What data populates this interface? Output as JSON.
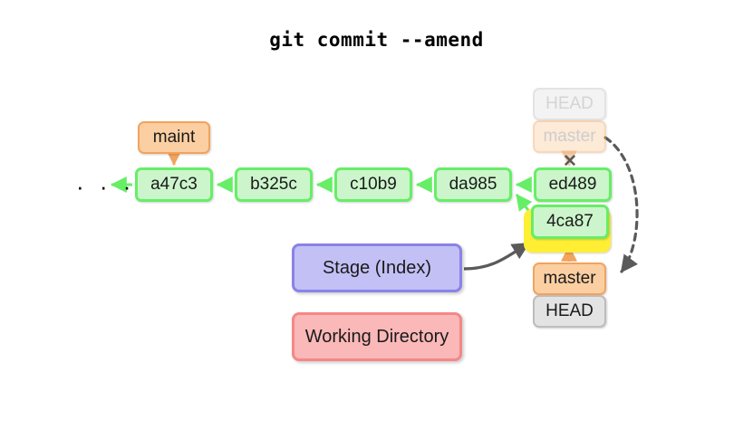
{
  "title": "git commit --amend",
  "ellipsis": "· · ·",
  "xmark": "✕",
  "commits": [
    {
      "id": "a47c3",
      "label": "a47c3"
    },
    {
      "id": "b325c",
      "label": "b325c"
    },
    {
      "id": "c10b9",
      "label": "c10b9"
    },
    {
      "id": "da985",
      "label": "da985"
    },
    {
      "id": "ed489",
      "label": "ed489"
    },
    {
      "id": "4ca87",
      "label": "4ca87"
    }
  ],
  "refs": {
    "maint": "maint",
    "old_head": "HEAD",
    "old_master": "master",
    "new_master": "master",
    "new_head": "HEAD"
  },
  "areas": {
    "stage": "Stage (Index)",
    "working": "Working Directory"
  },
  "colors": {
    "commit_fill": "#ccf5cc",
    "commit_border": "#66ee66",
    "branch_fill": "#fbcfa2",
    "branch_border": "#f2a35e",
    "head_fill": "#e3e3e3",
    "head_border": "#bdbdbd",
    "highlight": "#ffee33",
    "stage_fill": "#c3c0f5",
    "stage_border": "#8a83e8",
    "working_fill": "#fbb8b8",
    "working_border": "#f58787",
    "arrow_gray": "#5a5a5a",
    "background": "#ffffff"
  }
}
